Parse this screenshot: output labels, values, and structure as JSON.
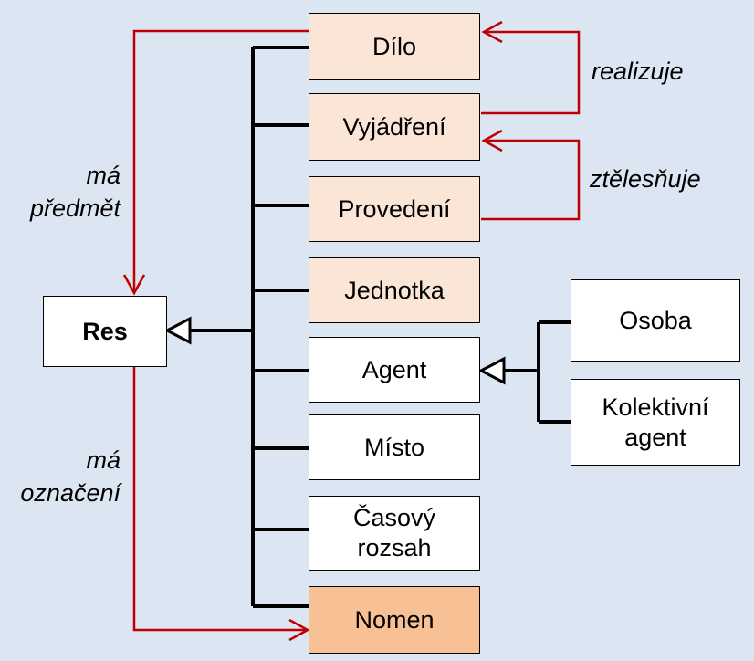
{
  "colors": {
    "background": "#dce6f2",
    "relation_line": "#c00000",
    "hierarchy_line": "#000000",
    "entity_light": "#fbe5d6",
    "entity_dark": "#f8c195",
    "entity_white": "#ffffff"
  },
  "entities": {
    "res": "Res",
    "dilo": "Dílo",
    "vyjadreni": "Vyjádření",
    "provedeni": "Provedení",
    "jednotka": "Jednotka",
    "agent": "Agent",
    "misto": "Místo",
    "casovy_rozsah": "Časový\nrozsah",
    "nomen": "Nomen",
    "osoba": "Osoba",
    "kolektivni_agent": "Kolektivní\nagent"
  },
  "relations": {
    "realizuje": "realizuje",
    "ztelesnuje": "ztělesňuje",
    "ma_predmet": "má\npředmět",
    "ma_oznaceni": "má\noznačení"
  }
}
